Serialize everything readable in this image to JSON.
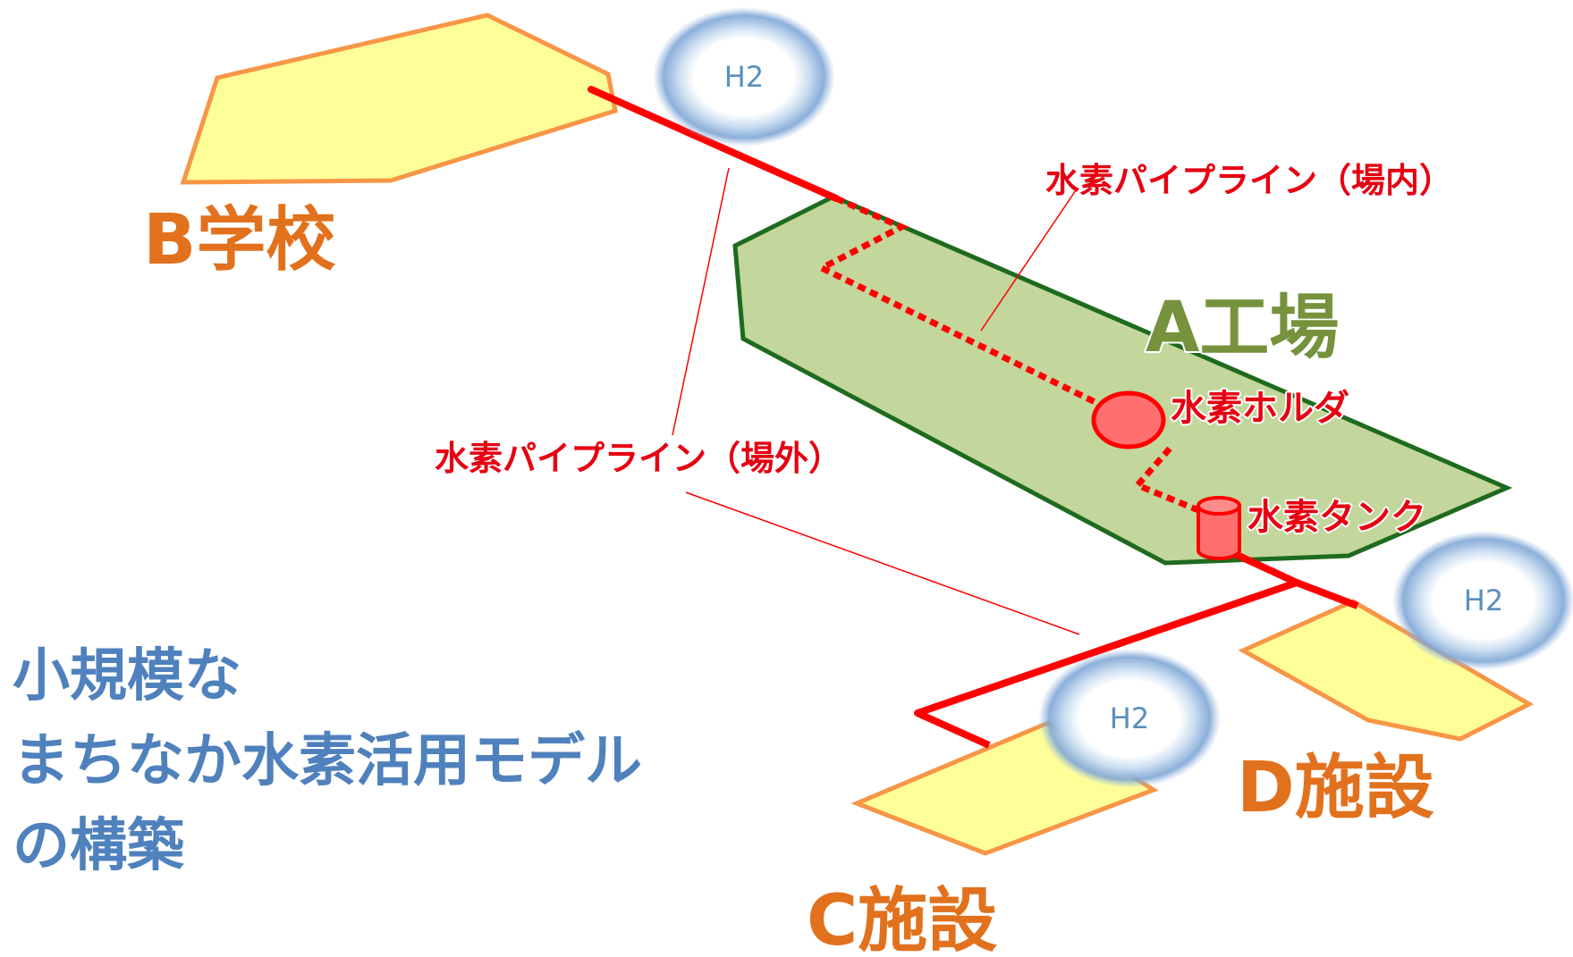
{
  "facilities": {
    "factory": "A工場",
    "school": "B学校",
    "facility_c": "C施設",
    "facility_d": "D施設"
  },
  "equipment": {
    "holder": "水素ホルダ",
    "tank": "水素タンク"
  },
  "pipelines": {
    "onsite": "水素パイプライン（場内）",
    "offsite": "水素パイプライン（場外）"
  },
  "h2_badges": [
    "H2",
    "H2",
    "H2"
  ],
  "title_lines": [
    "小規模な",
    "まちなか水素活用モデル",
    "の構築"
  ],
  "colors": {
    "facility_fill": "#ffff99",
    "facility_stroke": "#f79646",
    "factory_fill": "#c3d69b",
    "factory_stroke": "#1e6b1e",
    "pipeline": "#ff0000",
    "label_orange": "#e2711d",
    "label_green": "#76923c",
    "label_blue": "#4f81bd"
  }
}
